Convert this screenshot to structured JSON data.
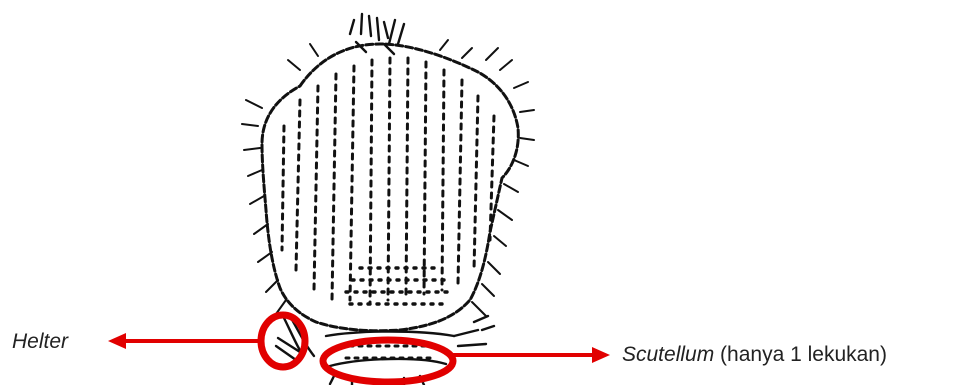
{
  "labels": {
    "helter": "Helter",
    "scutellum_term": "Scutellum",
    "scutellum_note": " (hanya 1 lekukan)"
  },
  "colors": {
    "annotation": "#e10000",
    "ink": "#111111",
    "text": "#222222"
  },
  "icons": {
    "illustration": "insect-thorax-stipple-drawing",
    "arrow_left": "arrow-left-icon",
    "arrow_right": "arrow-right-icon"
  }
}
